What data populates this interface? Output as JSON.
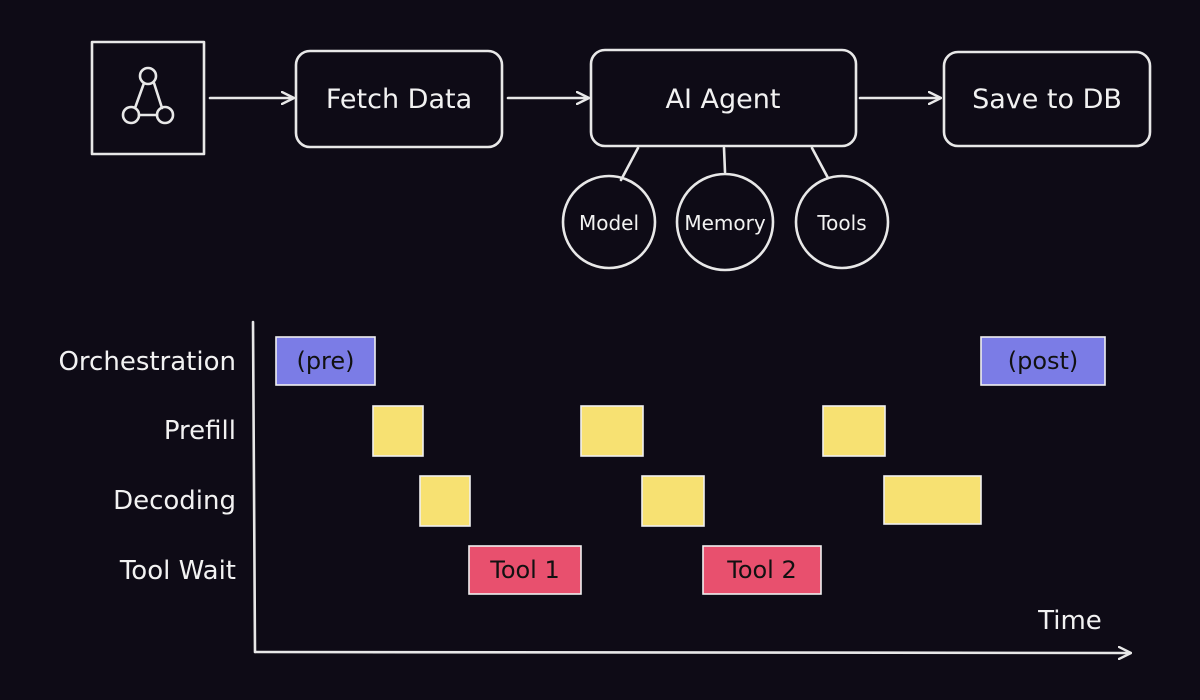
{
  "flow": {
    "webhook_icon": "webhook-icon",
    "fetch_label": "Fetch Data",
    "agent_label": "AI Agent",
    "save_label": "Save to DB",
    "components": [
      "Model",
      "Memory",
      "Tools"
    ]
  },
  "timeline": {
    "lanes": [
      "Orchestration",
      "Prefill",
      "Decoding",
      "Tool Wait"
    ],
    "axis_label": "Time",
    "blocks": [
      {
        "lane": "Orchestration",
        "label": "(pre)",
        "color": "#7b7ce6"
      },
      {
        "lane": "Prefill",
        "label": "",
        "color": "#f7e172"
      },
      {
        "lane": "Decoding",
        "label": "",
        "color": "#f7e172"
      },
      {
        "lane": "Tool Wait",
        "label": "Tool 1",
        "color": "#e8506e"
      },
      {
        "lane": "Prefill",
        "label": "",
        "color": "#f7e172"
      },
      {
        "lane": "Decoding",
        "label": "",
        "color": "#f7e172"
      },
      {
        "lane": "Tool Wait",
        "label": "Tool 2",
        "color": "#e8506e"
      },
      {
        "lane": "Prefill",
        "label": "",
        "color": "#f7e172"
      },
      {
        "lane": "Decoding",
        "label": "",
        "color": "#f7e172"
      },
      {
        "lane": "Orchestration",
        "label": "(post)",
        "color": "#7b7ce6"
      }
    ]
  }
}
